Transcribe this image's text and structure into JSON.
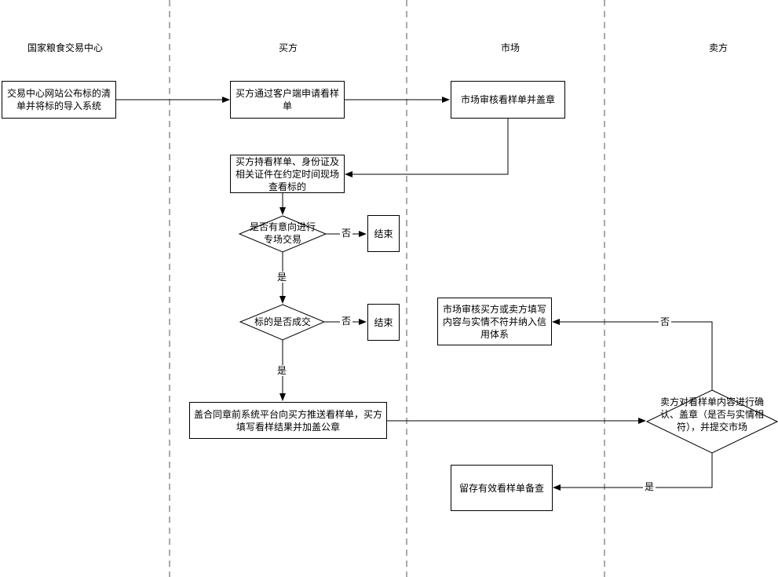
{
  "lanes": [
    "国家粮食交易中心",
    "买方",
    "市场",
    "卖方"
  ],
  "nodes": {
    "publish": "交易中心网站公布标的清单并将标的导入系统",
    "apply": "买方通过客户端申请看样单",
    "review": "市场审核看样单并盖章",
    "visit": "买方持看样单、身份证及相关证件在约定时间现场查看标的",
    "intent": "是否有意向进行专场交易",
    "end1": "结束",
    "deal": "标的是否成交",
    "end2": "结束",
    "push": "盖合同章前系统平台向买方推送看样单，买方填写看样结果并加盖公章",
    "credit": "市场审核买方或卖方填写内容与实情不符并纳入信用体系",
    "confirm": "卖方对看样单内容进行确认、盖章（是否与实情相符），并提交市场",
    "archive": "留存有效看样单备查"
  },
  "labels": {
    "no": "否",
    "yes": "是"
  }
}
